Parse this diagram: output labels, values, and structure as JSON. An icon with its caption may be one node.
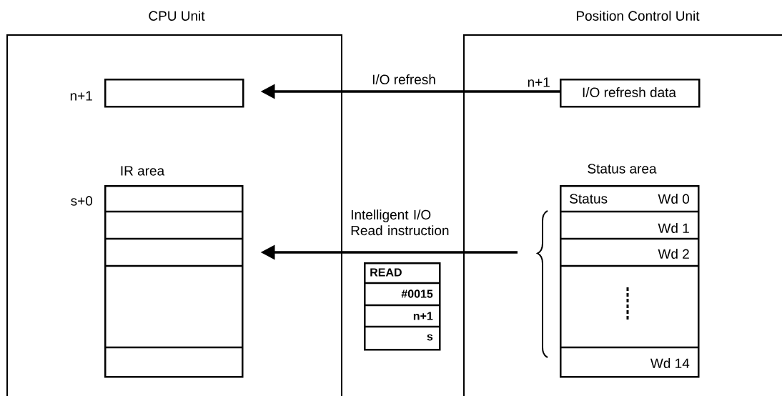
{
  "diagram": {
    "nodes": [
      {
        "text": [
          "CPU Unit"
        ]
      },
      {
        "text": [
          "Position Control Unit"
        ]
      },
      {
        "text": [],
        "shape": "box",
        "in": 0,
        "beside": [
          "n+1"
        ]
      },
      {
        "text": [
          "IR area"
        ],
        "in": 0,
        "beside": [
          "s+0"
        ]
      },
      {
        "text": [
          "I/O refresh data"
        ],
        "in": 1,
        "beside": [
          "n+1"
        ]
      },
      {
        "text": [
          "Status area",
          "Status",
          "Wd 0",
          "Wd 1",
          "Wd 2",
          "Wd 14"
        ],
        "in": 1
      },
      {
        "text": [],
        "shape": "brace",
        "in": 1
      },
      {
        "text": [
          "READ",
          "#0015",
          "n+1",
          "s"
        ]
      }
    ],
    "edges": [
      {
        "from": 4,
        "to": 2,
        "arrow": "to",
        "label": "I/O refresh"
      },
      {
        "from": 6,
        "to": 3,
        "arrow": "to",
        "label": "Intelligent I/O Read instruction"
      }
    ]
  }
}
